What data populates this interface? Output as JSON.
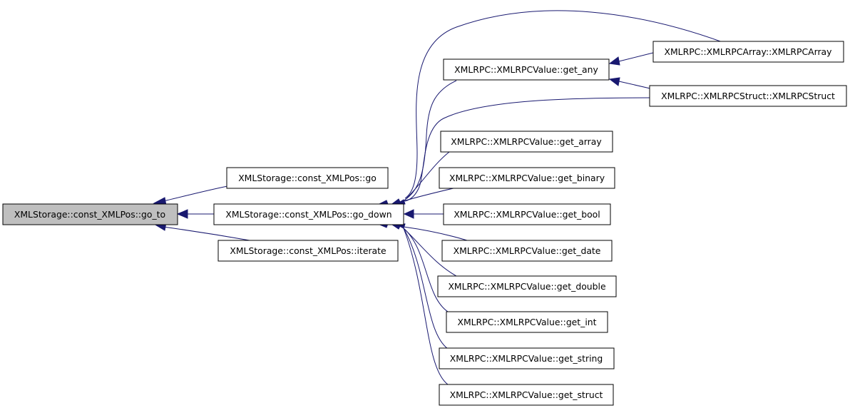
{
  "graph": {
    "nodes": {
      "go_to": "XMLStorage::const_XMLPos::go_to",
      "go": "XMLStorage::const_XMLPos::go",
      "go_down": "XMLStorage::const_XMLPos::go_down",
      "iterate": "XMLStorage::const_XMLPos::iterate",
      "get_any": "XMLRPC::XMLRPCValue::get_any",
      "xmlrpc_array": "XMLRPC::XMLRPCArray::XMLRPCArray",
      "xmlrpc_struct": "XMLRPC::XMLRPCStruct::XMLRPCStruct",
      "get_array": "XMLRPC::XMLRPCValue::get_array",
      "get_binary": "XMLRPC::XMLRPCValue::get_binary",
      "get_bool": "XMLRPC::XMLRPCValue::get_bool",
      "get_date": "XMLRPC::XMLRPCValue::get_date",
      "get_double": "XMLRPC::XMLRPCValue::get_double",
      "get_int": "XMLRPC::XMLRPCValue::get_int",
      "get_string": "XMLRPC::XMLRPCValue::get_string",
      "get_struct": "XMLRPC::XMLRPCValue::get_struct"
    },
    "edges": [
      {
        "from": "go",
        "to": "go_to"
      },
      {
        "from": "go_down",
        "to": "go_to"
      },
      {
        "from": "iterate",
        "to": "go_to"
      },
      {
        "from": "xmlrpc_array",
        "to": "go_down"
      },
      {
        "from": "xmlrpc_struct",
        "to": "go_down"
      },
      {
        "from": "get_any",
        "to": "go_down"
      },
      {
        "from": "get_array",
        "to": "go_down"
      },
      {
        "from": "get_binary",
        "to": "go_down"
      },
      {
        "from": "get_bool",
        "to": "go_down"
      },
      {
        "from": "get_date",
        "to": "go_down"
      },
      {
        "from": "get_double",
        "to": "go_down"
      },
      {
        "from": "get_int",
        "to": "go_down"
      },
      {
        "from": "get_string",
        "to": "go_down"
      },
      {
        "from": "get_struct",
        "to": "go_down"
      },
      {
        "from": "xmlrpc_array",
        "to": "get_any"
      },
      {
        "from": "xmlrpc_struct",
        "to": "get_any"
      }
    ],
    "colors": {
      "edge": "#191970",
      "root_fill": "#bfbfbf",
      "node_fill": "#ffffff",
      "node_border": "#000000"
    }
  }
}
